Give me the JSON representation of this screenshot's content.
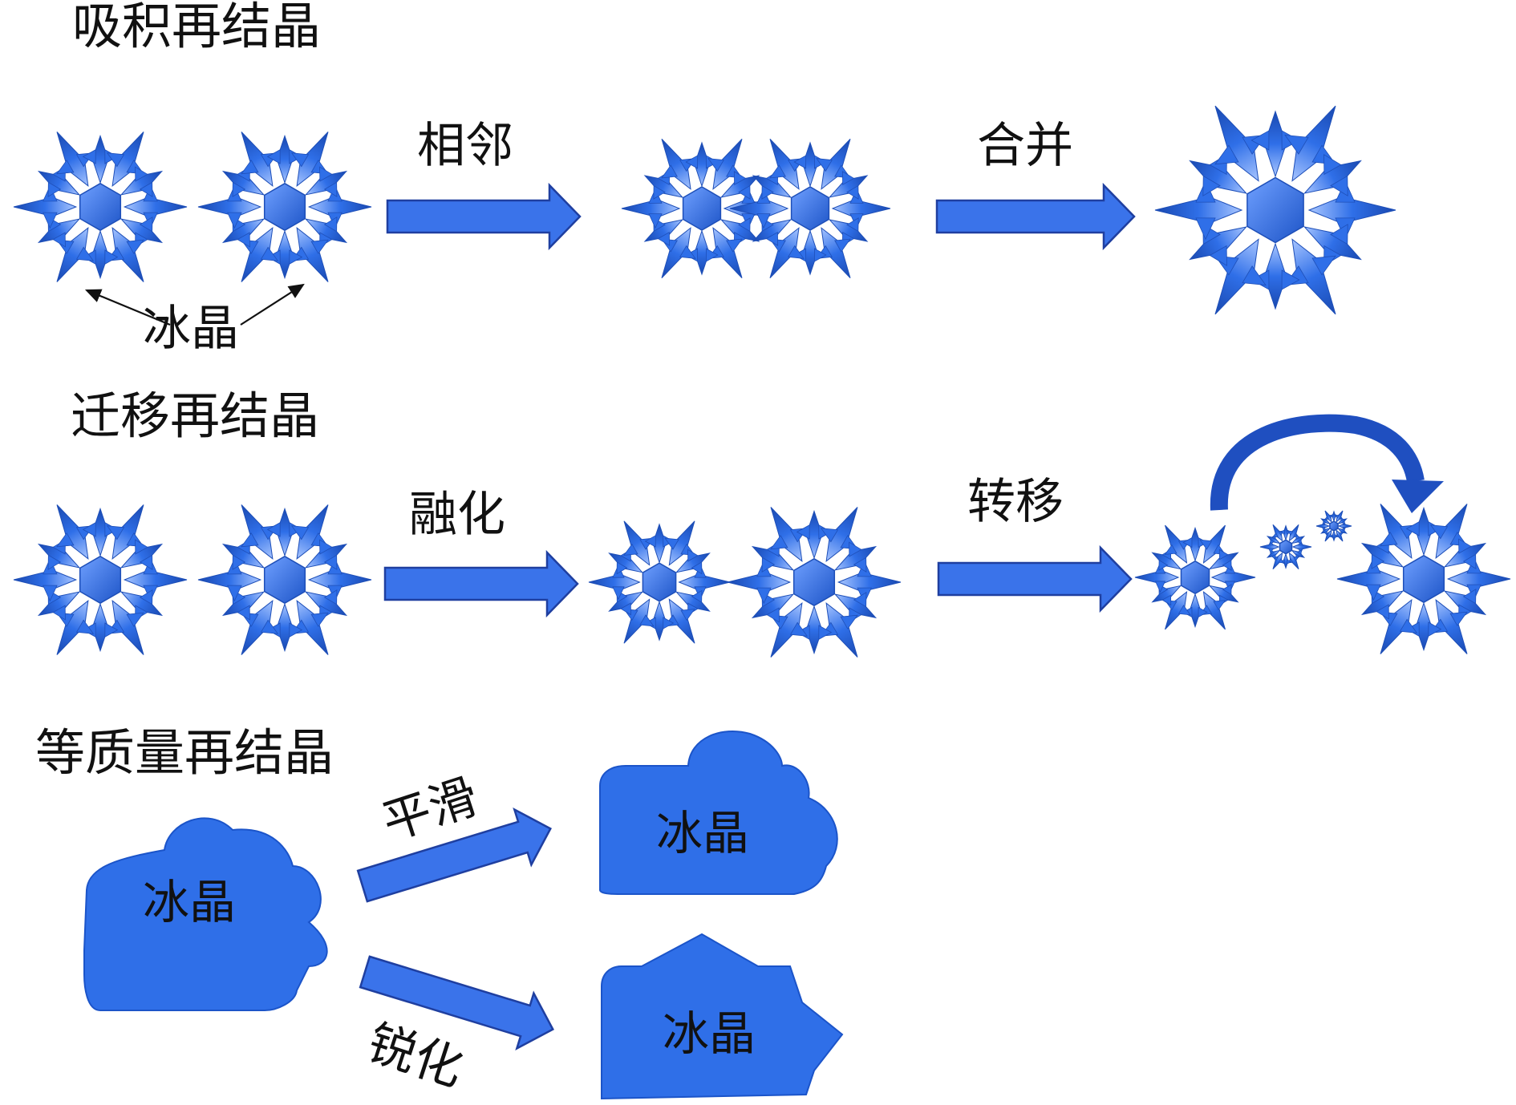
{
  "rows": [
    {
      "title": "吸积再结晶",
      "step1": "相邻",
      "step2": "合并",
      "crystal_label": "冰晶"
    },
    {
      "title": "迁移再结晶",
      "step1": "融化",
      "step2": "转移"
    },
    {
      "title": "等质量再结晶",
      "source_label": "冰晶",
      "branch_top": "平滑",
      "branch_bottom": "锐化",
      "result_top_label": "冰晶",
      "result_bottom_label": "冰晶"
    }
  ],
  "colors": {
    "crystal": "#2f6fe8",
    "crystal_dark": "#1e4fb8",
    "crystal_light": "#8fb6ff",
    "arrow_fill": "#3a73ea",
    "arrow_stroke": "#1f3fa0",
    "text": "#111111"
  }
}
